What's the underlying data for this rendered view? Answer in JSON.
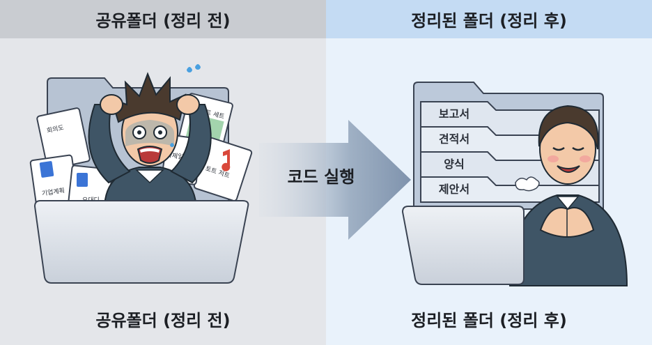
{
  "left": {
    "header": "공유폴더 (정리 전)",
    "caption": "공유폴더 (정리 전)"
  },
  "right": {
    "header": "정리된 폴더 (정리 후)",
    "caption": "정리된 폴더 (정리 후)"
  },
  "arrow": {
    "label": "코드 실행"
  },
  "messy_files": [
    "회의도",
    "기업계획",
    "요대디",
    "과제일",
    "스트트 세트",
    "토트 저트"
  ],
  "sorted_tabs": [
    "보고서",
    "견적서",
    "양식",
    "제안서"
  ]
}
